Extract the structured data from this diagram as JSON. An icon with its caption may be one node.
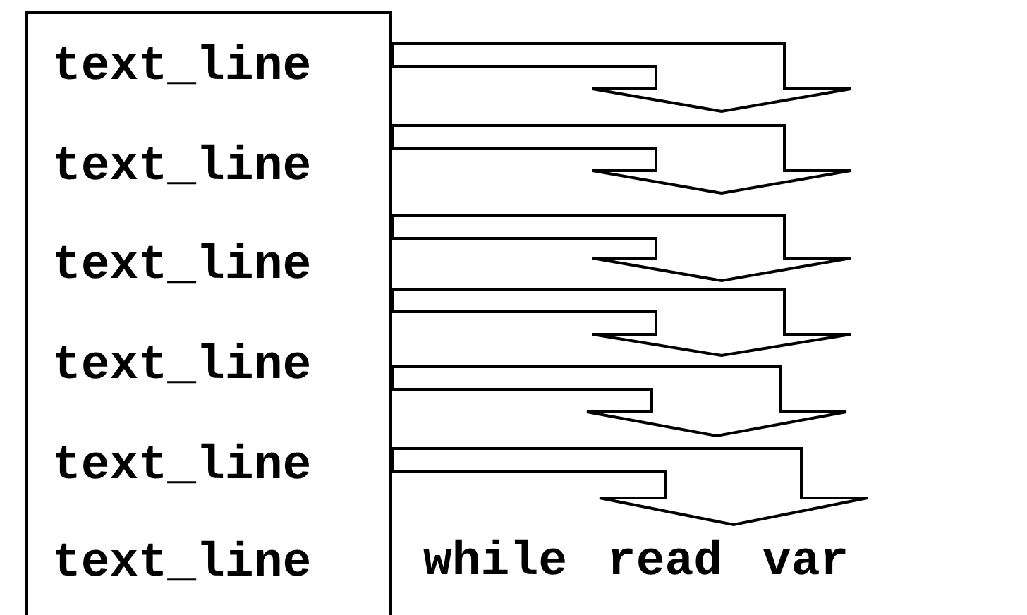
{
  "diagram": {
    "nodes": [
      {
        "text": [],
        "shape": "box"
      },
      {
        "text": [
          "text_line"
        ],
        "in": 0
      },
      {
        "text": [
          "text_line"
        ],
        "in": 0
      },
      {
        "text": [
          "text_line"
        ],
        "in": 0
      },
      {
        "text": [
          "text_line"
        ],
        "in": 0
      },
      {
        "text": [
          "text_line"
        ],
        "in": 0
      },
      {
        "text": [
          "text_line"
        ],
        "in": 0
      },
      {
        "text": [
          "while read var"
        ]
      }
    ],
    "edges": [
      {
        "from": 0,
        "to": null,
        "arrow": "to"
      },
      {
        "from": 0,
        "to": null,
        "arrow": "to"
      },
      {
        "from": 0,
        "to": null,
        "arrow": "to"
      },
      {
        "from": 0,
        "to": null,
        "arrow": "to"
      },
      {
        "from": 0,
        "to": null,
        "arrow": "to"
      },
      {
        "from": 0,
        "to": 7,
        "arrow": "to"
      }
    ]
  }
}
